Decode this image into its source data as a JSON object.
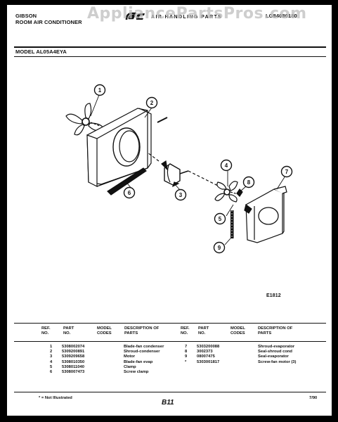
{
  "header": {
    "brand": "GIBSON",
    "product": "ROOM AIR CONDITIONER",
    "section_title": "AIR HANDLING PARTS",
    "sheet_code": "LG84080180",
    "watermark": "AppliancePartsPros.com",
    "model_label": "MODEL AL05A4EYA"
  },
  "diagram": {
    "callouts": [
      "1",
      "2",
      "3",
      "4",
      "5",
      "6",
      "7",
      "8",
      "9"
    ],
    "figure_code": "E1812"
  },
  "parts_table": {
    "headers": {
      "ref": "REF. NO.",
      "part": "PART NO.",
      "model": "MODEL CODES",
      "desc": "DESCRIPTION OF PARTS"
    },
    "left_rows": [
      {
        "ref": "1",
        "part": "5308002074",
        "desc": "Blade-fan condenser"
      },
      {
        "ref": "2",
        "part": "5309200891",
        "desc": "Shroud-condenser"
      },
      {
        "ref": "3",
        "part": "5309209658",
        "desc": "Motor"
      },
      {
        "ref": "4",
        "part": "5308010350",
        "desc": "Blade-fan evap"
      },
      {
        "ref": "5",
        "part": "5308011040",
        "desc": "Clamp"
      },
      {
        "ref": "6",
        "part": "5308007473",
        "desc": "Screw clamp"
      }
    ],
    "right_rows": [
      {
        "ref": "7",
        "part": "5303200088",
        "desc": "Shroud-evaporator"
      },
      {
        "ref": "8",
        "part": "3002373",
        "desc": "Seal-shroud cond"
      },
      {
        "ref": "9",
        "part": "08007475",
        "desc": "Seal-evaporator"
      },
      {
        "ref": "*",
        "part": "5303001817",
        "desc": "Screw-fan motor (3)"
      }
    ]
  },
  "footer": {
    "note": "* = Not Illustrated",
    "page": "B11",
    "date": "7/90"
  }
}
